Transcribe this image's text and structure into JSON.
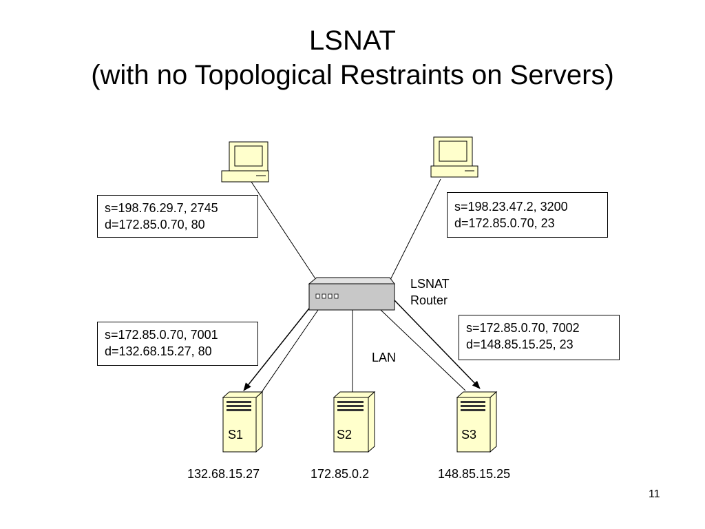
{
  "title": {
    "line1": "LSNAT",
    "line2": "(with no Topological Restraints on Servers)"
  },
  "boxes": {
    "client1": {
      "line1": "s=198.76.29.7, 2745",
      "line2": "d=172.85.0.70, 80"
    },
    "client2": {
      "line1": "s=198.23.47.2, 3200",
      "line2": "d=172.85.0.70, 23"
    },
    "to_s1": {
      "line1": "s=172.85.0.70, 7001",
      "line2": "d=132.68.15.27, 80"
    },
    "to_s3": {
      "line1": "s=172.85.0.70, 7002",
      "line2": "d=148.85.15.25, 23"
    }
  },
  "router": {
    "line1": "LSNAT",
    "line2": "Router"
  },
  "lan_label": "LAN",
  "servers": [
    {
      "name": "S1",
      "ip": "132.68.15.27"
    },
    {
      "name": "S2",
      "ip": "172.85.0.2"
    },
    {
      "name": "S3",
      "ip": "148.85.15.25"
    }
  ],
  "page_number": "11",
  "colors": {
    "server_fill": "#ffffcc",
    "computer_fill": "#ffffcc",
    "router_fill": "#c8c8c8",
    "line": "#000000"
  },
  "icons": [
    "computer-icon",
    "router-icon",
    "server-icon"
  ]
}
